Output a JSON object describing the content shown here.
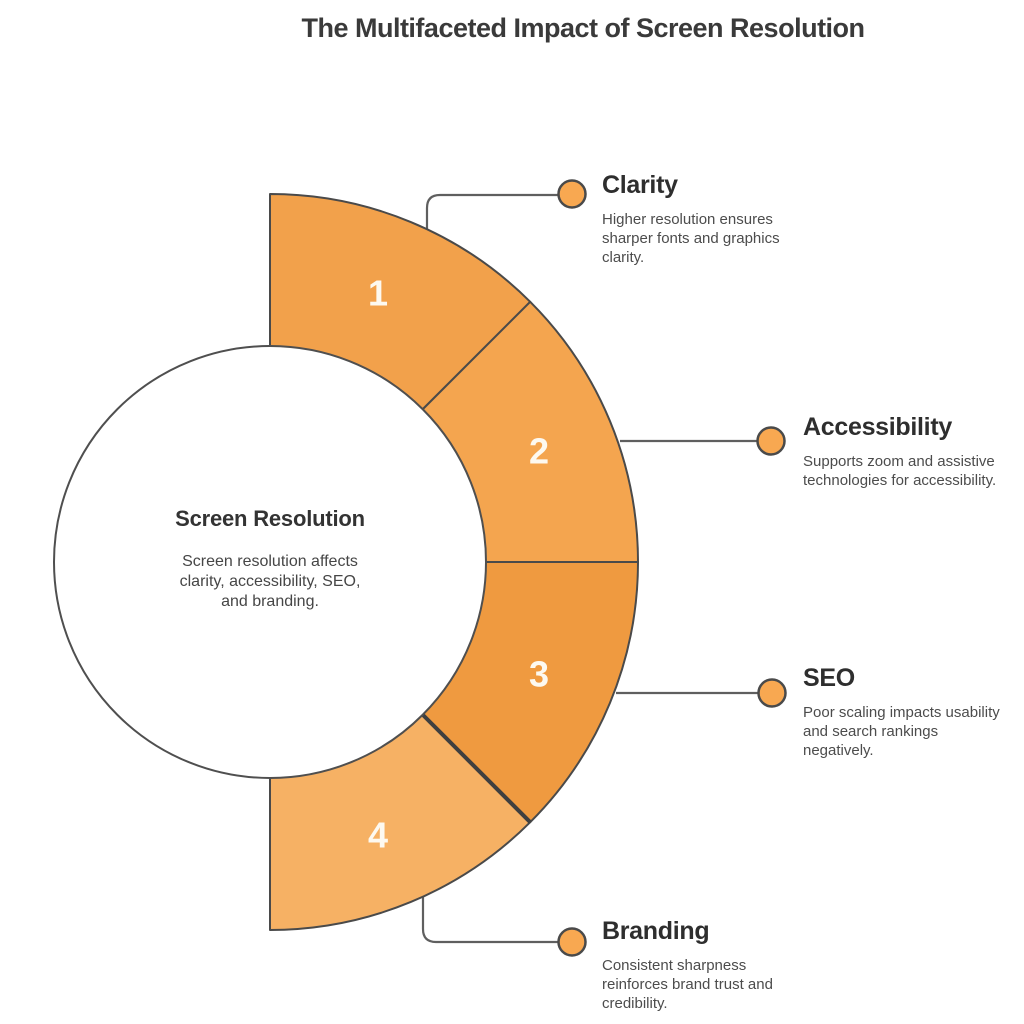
{
  "title": "The Multifaceted Impact of Screen Resolution",
  "center": {
    "heading": "Screen Resolution",
    "lines": [
      "Screen resolution affects",
      "clarity, accessibility, SEO,",
      "and branding."
    ]
  },
  "colors": {
    "background": "#ffffff",
    "outline": "#4a4a4a",
    "connector": "#5f5f5f",
    "dot_fill": "#F8A851",
    "number_color": "#FDF9F0",
    "title_color": "#3a3a3a",
    "heading_color": "#2e2e2e",
    "body_color": "#4c4c4c"
  },
  "segments": [
    {
      "number": "1",
      "label": "Clarity",
      "lines": [
        "Higher resolution ensures",
        "sharper fonts and graphics",
        "clarity."
      ],
      "color": "#F2A14B"
    },
    {
      "number": "2",
      "label": "Accessibility",
      "lines": [
        "Supports zoom and assistive",
        "technologies for accessibility."
      ],
      "color": "#F4A54F"
    },
    {
      "number": "3",
      "label": "SEO",
      "lines": [
        "Poor scaling impacts usability",
        "and search rankings",
        "negatively."
      ],
      "color": "#EF9A40"
    },
    {
      "number": "4",
      "label": "Branding",
      "lines": [
        "Consistent sharpness",
        "reinforces brand trust and",
        "credibility."
      ],
      "color": "#F6B164"
    }
  ]
}
